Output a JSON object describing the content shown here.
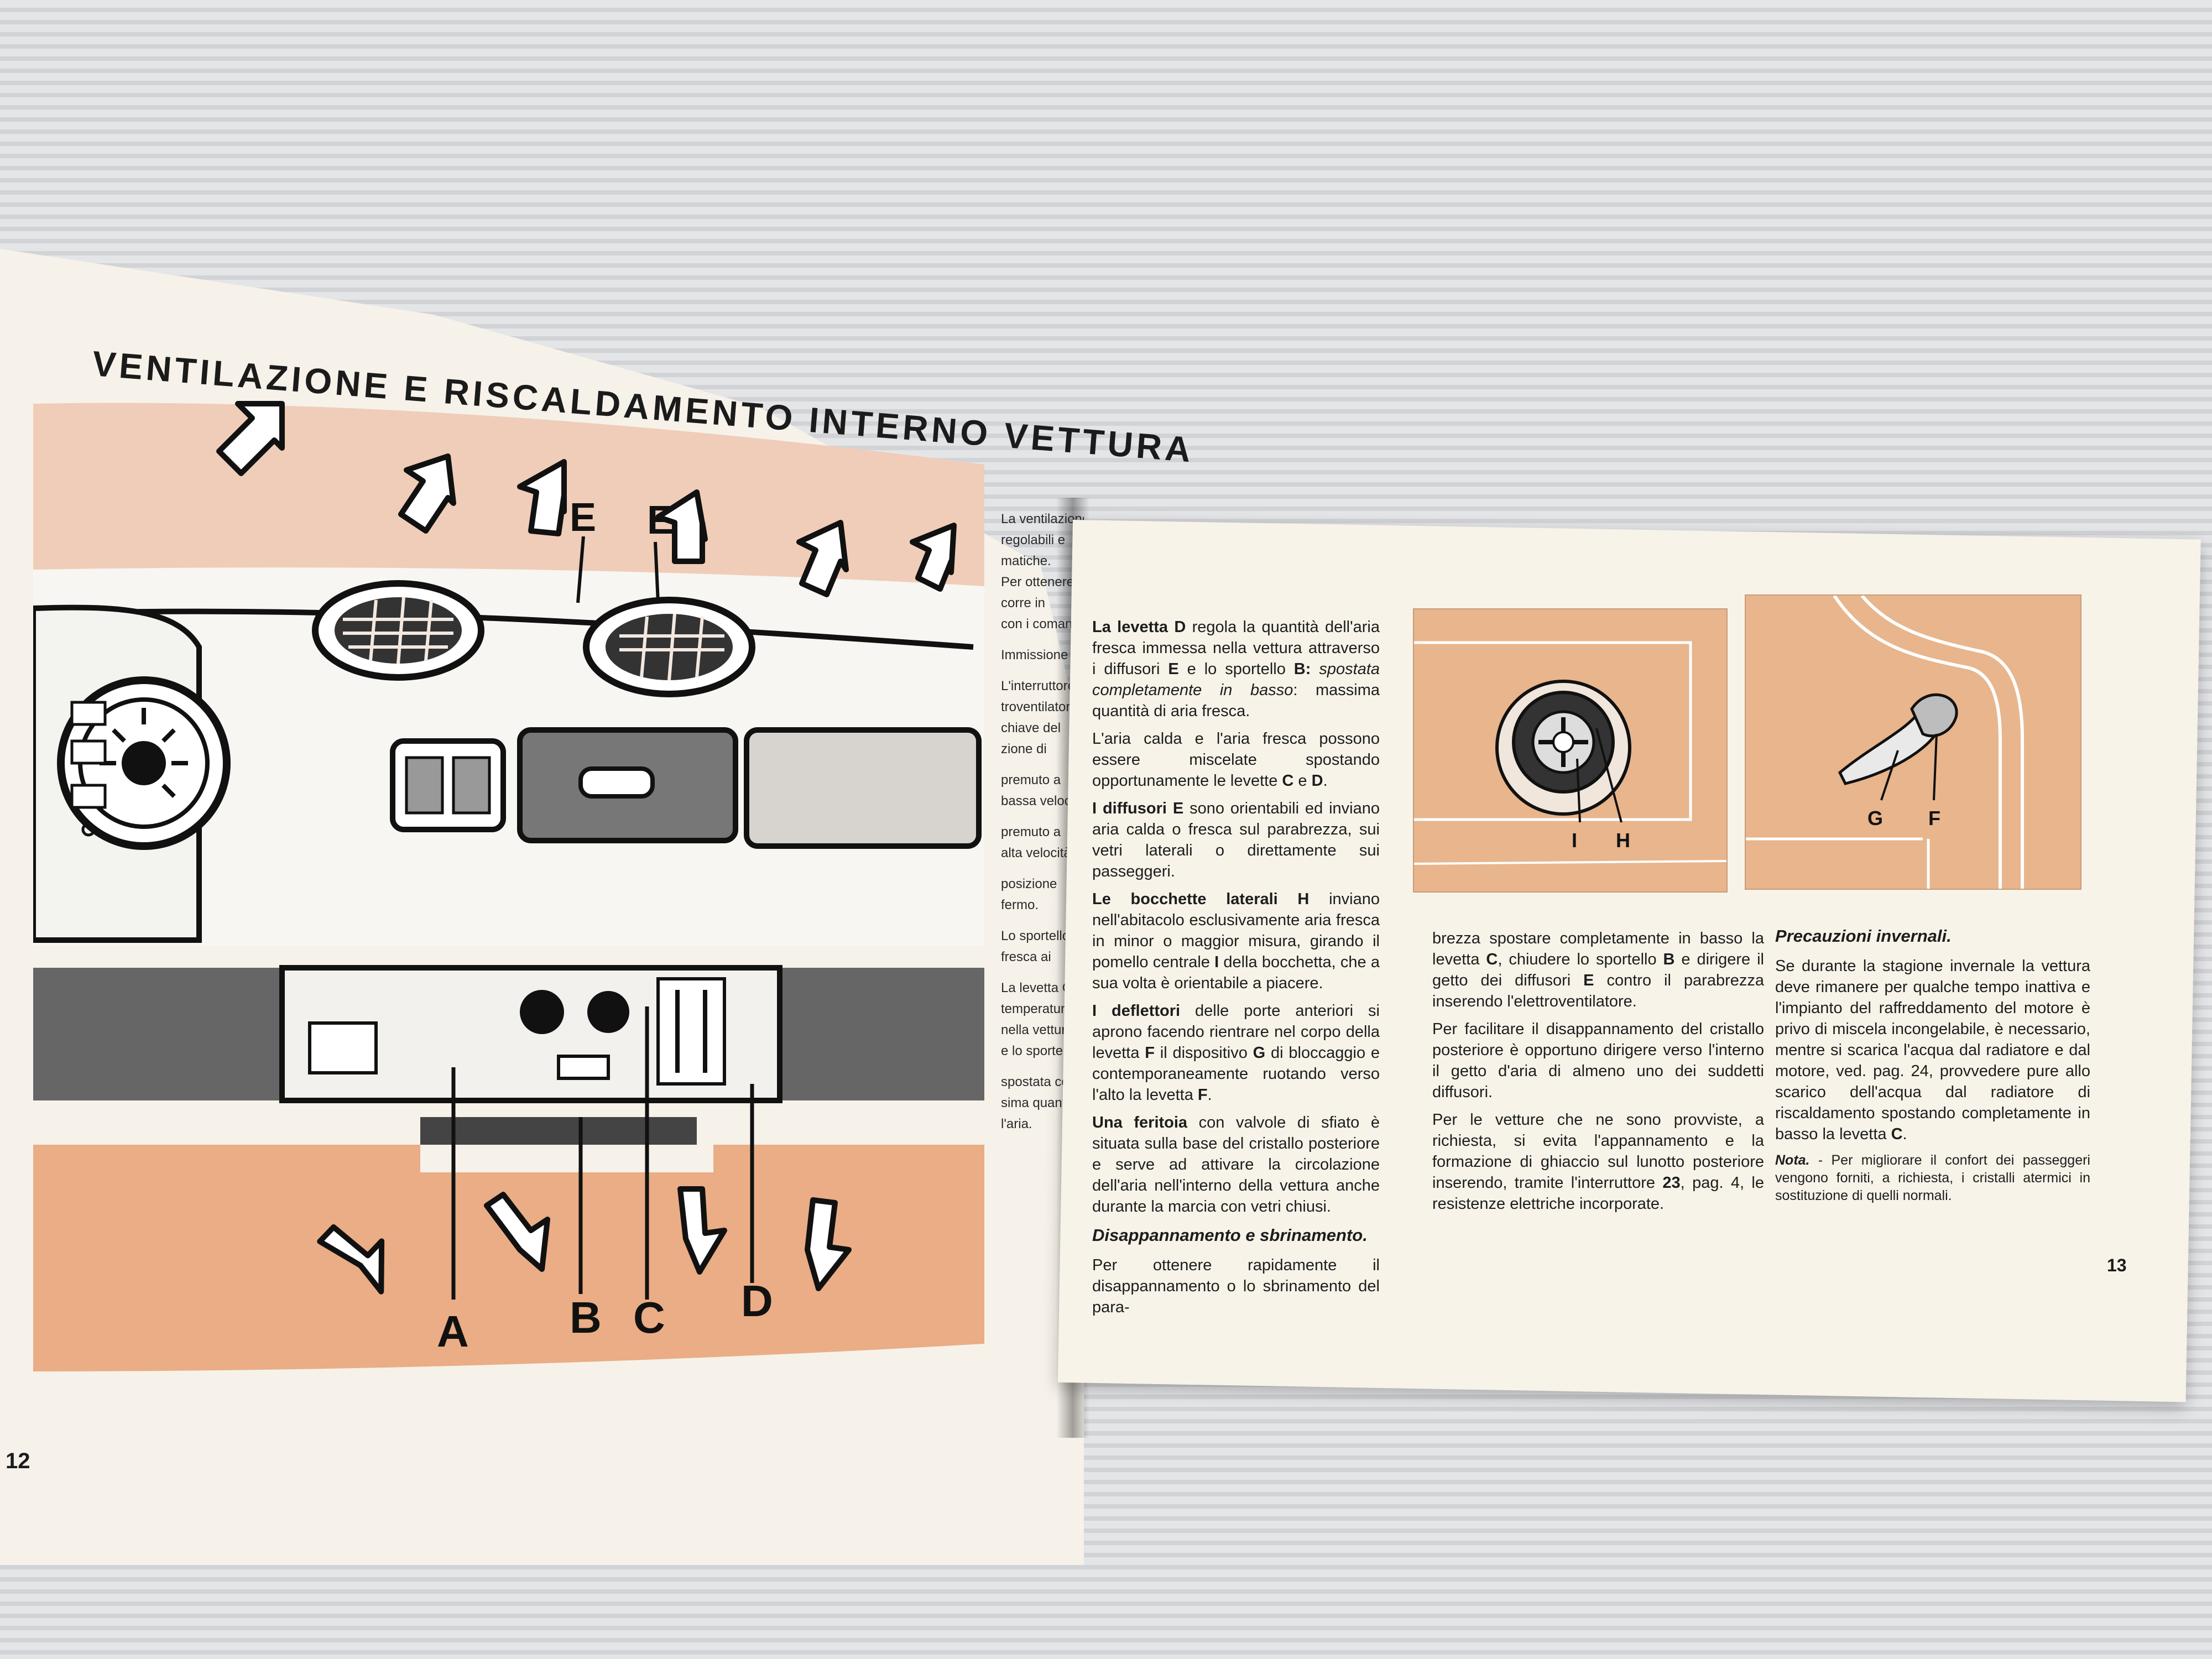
{
  "left_page": {
    "title": "VENTILAZIONE E RISCALDAMENTO INTERNO VETTURA",
    "page_number": "12",
    "diagram_labels": {
      "e1": "E",
      "e2": "E",
      "a": "A",
      "b": "B",
      "c": "C",
      "d": "D"
    },
    "cut_column": [
      "La ventilazione",
      "regolabili e",
      "matiche.",
      "Per ottenere",
      "corre in",
      "con i comandi",
      "",
      "Immissione aria",
      "",
      "L'interruttore",
      "troventilatore",
      "chiave del",
      "zione di",
      "",
      "premuto a",
      "bassa velocità",
      "",
      "premuto a",
      "alta velocità",
      "",
      "posizione",
      "fermo.",
      "",
      "Lo sportello B",
      "fresca ai",
      "",
      "La levetta C",
      "temperatura",
      "nella vettura",
      "e lo sportello B",
      "",
      "spostata completamente",
      "sima quantità",
      "l'aria."
    ]
  },
  "right_page": {
    "page_number": "13",
    "col1": {
      "p1_lead": "La levetta D",
      "p1_text": " regola la quantità dell'aria fresca immessa nella vettura attraverso i diffusori ",
      "p1_e": "E",
      "p1_mid": " e lo sportello ",
      "p1_b": "B",
      "p1_colon": ":",
      "p1_italic": "spostata completamente in basso",
      "p1_end": ": massima quantità di aria fresca.",
      "p2_text": "L'aria calda e l'aria fresca possono essere miscelate spostando opportunamente le levette ",
      "p2_c": "C",
      "p2_and": " e ",
      "p2_d": "D",
      "p2_end": ".",
      "p3_lead": "I diffusori E",
      "p3_text": " sono orientabili ed inviano aria calda o fresca sul parabrezza, sui vetri laterali o direttamente sui passeggeri.",
      "p4_lead": "Le bocchette laterali H",
      "p4_text": " inviano nell'abitacolo esclusivamente aria fresca in minor o maggior misura, girando il pomello centrale ",
      "p4_i": "I",
      "p4_end": " della bocchetta, che a sua volta è orientabile a piacere.",
      "p5_lead": "I deflettori",
      "p5_text": " delle porte anteriori si aprono facendo rientrare nel corpo della levetta ",
      "p5_f": "F",
      "p5_mid": " il dispositivo ",
      "p5_g": "G",
      "p5_end": " di bloccaggio e contemporaneamente ruotando verso l'alto la levetta ",
      "p5_f2": "F",
      "p5_dot": ".",
      "p6_lead": "Una feritoia",
      "p6_text": " con valvole di sfiato è situata sulla base del cristallo posteriore e serve ad attivare la circolazione dell'aria nell'interno della vettura anche durante la marcia con vetri chiusi.",
      "heading": "Disappannamento e sbrinamento.",
      "p7_text": "Per ottenere rapidamente il disappannamento o lo sbrinamento del para-"
    },
    "col2": {
      "p1_text": "brezza spostare completamente in basso la levetta ",
      "p1_c": "C",
      "p1_mid": ", chiudere lo sportello ",
      "p1_b": "B",
      "p1_mid2": " e dirigere il getto dei diffusori ",
      "p1_e": "E",
      "p1_end": " contro il parabrezza inserendo l'elettroventilatore.",
      "p2_text": "Per facilitare il disappannamento del cristallo posteriore è opportuno dirigere verso l'interno il getto d'aria di almeno uno dei suddetti diffusori.",
      "p3_text": "Per le vetture che ne sono provviste, a richiesta, si evita l'appannamento e la formazione di ghiaccio sul lunotto posteriore inserendo, tramite l'interruttore ",
      "p3_23": "23",
      "p3_end": ", pag. 4, le resistenze elettriche incorporate."
    },
    "col3": {
      "heading": "Precauzioni invernali.",
      "p1_text": "Se durante la stagione invernale la vettura deve rimanere per qualche tempo inattiva e l'impianto del raffreddamento del motore è privo di miscela incongelabile, è necessario, mentre si scarica l'acqua dal radiatore e dal motore, ved. pag. 24, provvedere pure allo scarico dell'acqua dal radiatore di riscaldamento spostando completamente in basso la levetta ",
      "p1_c": "C",
      "p1_end": ".",
      "note_lead": "Nota.",
      "note_text": " - Per migliorare il confort dei passeggeri vengono forniti, a richiesta, i cristalli atermici in sostituzione di quelli normali."
    },
    "figure1_labels": {
      "i": "I",
      "h": "H"
    },
    "figure2_labels": {
      "g": "G",
      "f": "F"
    }
  }
}
